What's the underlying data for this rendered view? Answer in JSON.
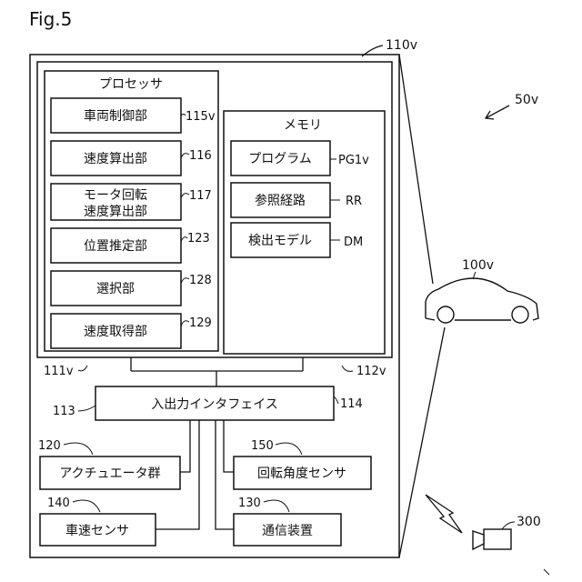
{
  "figure_label": "Fig.5",
  "system_ref": "50v",
  "unit_ref": "110v",
  "processor": {
    "title": "プロセッサ",
    "ref": "111v",
    "blocks": [
      {
        "lines": [
          "車両制御部"
        ],
        "ref": "115v"
      },
      {
        "lines": [
          "速度算出部"
        ],
        "ref": "116"
      },
      {
        "lines": [
          "モータ回転",
          "速度算出部"
        ],
        "ref": "117"
      },
      {
        "lines": [
          "位置推定部"
        ],
        "ref": "123"
      },
      {
        "lines": [
          "選択部"
        ],
        "ref": "128"
      },
      {
        "lines": [
          "速度取得部"
        ],
        "ref": "129"
      }
    ]
  },
  "memory": {
    "title": "メモリ",
    "ref": "112v",
    "items": [
      {
        "label": "プログラム",
        "ref": "PG1v"
      },
      {
        "label": "参照経路",
        "ref": "RR"
      },
      {
        "label": "検出モデル",
        "ref": "DM"
      }
    ]
  },
  "io_interface": {
    "label": "入出力インタフェイス",
    "ref_left": "113",
    "ref_right": "114"
  },
  "peripherals": {
    "actuator": {
      "label": "アクチュエータ群",
      "ref": "120"
    },
    "vehicle_speed_sensor": {
      "label": "車速センサ",
      "ref": "140"
    },
    "rotation_angle_sensor": {
      "label": "回転角度センサ",
      "ref": "150"
    },
    "communication_device": {
      "label": "通信装置",
      "ref": "130"
    }
  },
  "vehicle_ref": "100v",
  "camera_ref": "300"
}
